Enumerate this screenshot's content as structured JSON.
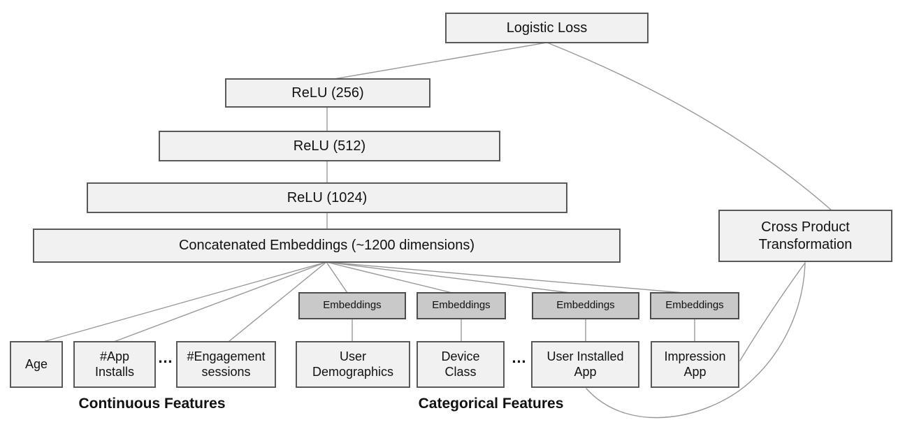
{
  "diagram": {
    "nodes": {
      "logistic_loss": {
        "label": "Logistic Loss"
      },
      "relu_256": {
        "label": "ReLU (256)"
      },
      "relu_512": {
        "label": "ReLU (512)"
      },
      "relu_1024": {
        "label": "ReLU (1024)"
      },
      "concatenated_embeddings": {
        "label": "Concatenated Embeddings (~1200 dimensions)"
      },
      "cross_product_transformation": {
        "label": "Cross Product\nTransformation"
      },
      "embeddings": {
        "label": "Embeddings"
      },
      "age": {
        "label": "Age"
      },
      "app_installs": {
        "label": "#App\nInstalls"
      },
      "engagement_sessions": {
        "label": "#Engagement\nsessions"
      },
      "user_demographics": {
        "label": "User\nDemographics"
      },
      "device_class": {
        "label": "Device\nClass"
      },
      "user_installed_app": {
        "label": "User Installed\nApp"
      },
      "impression_app": {
        "label": "Impression\nApp"
      }
    },
    "ellipsis": "…",
    "group_labels": {
      "continuous": "Continuous Features",
      "categorical": "Categorical Features"
    },
    "edges": [
      {
        "from": "logistic_loss",
        "to": "relu_256"
      },
      {
        "from": "logistic_loss",
        "to": "cross_product_transformation"
      },
      {
        "from": "relu_256",
        "to": "relu_512"
      },
      {
        "from": "relu_512",
        "to": "relu_1024"
      },
      {
        "from": "relu_1024",
        "to": "concatenated_embeddings"
      },
      {
        "from": "concatenated_embeddings",
        "to": "age"
      },
      {
        "from": "concatenated_embeddings",
        "to": "app_installs"
      },
      {
        "from": "concatenated_embeddings",
        "to": "engagement_sessions"
      },
      {
        "from": "concatenated_embeddings",
        "to": "embeddings_1"
      },
      {
        "from": "concatenated_embeddings",
        "to": "embeddings_2"
      },
      {
        "from": "concatenated_embeddings",
        "to": "embeddings_3"
      },
      {
        "from": "concatenated_embeddings",
        "to": "embeddings_4"
      },
      {
        "from": "embeddings_1",
        "to": "user_demographics"
      },
      {
        "from": "embeddings_2",
        "to": "device_class"
      },
      {
        "from": "embeddings_3",
        "to": "user_installed_app"
      },
      {
        "from": "embeddings_4",
        "to": "impression_app"
      },
      {
        "from": "impression_app",
        "to": "cross_product_transformation"
      },
      {
        "from": "user_installed_app",
        "to": "cross_product_transformation"
      }
    ]
  },
  "colors": {
    "background": "#ffffff",
    "box_fill": "#f1f1f1",
    "box_border": "#595959",
    "embedding_fill": "#c9c9c9",
    "embedding_border": "#4d4d4d",
    "edge": "#999999",
    "text": "#111111"
  }
}
